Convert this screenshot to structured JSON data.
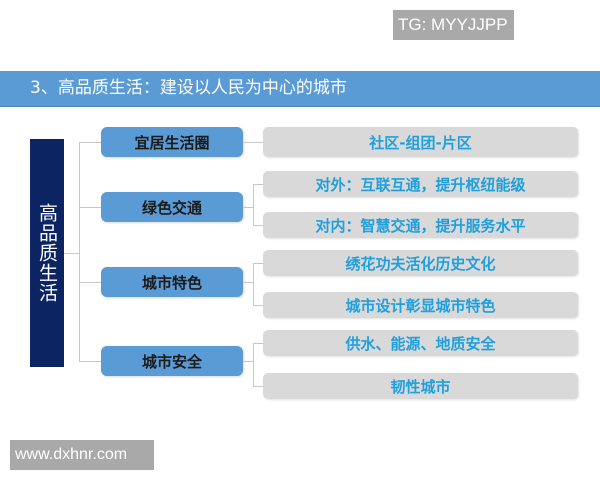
{
  "watermarks": {
    "top": "TG: MYYJJPP",
    "bottom": "www.dxhnr.com"
  },
  "header": {
    "title": "3、高品质生活：建设以人民为中心的城市"
  },
  "colors": {
    "header_bg": "#5b9bd5",
    "root_bg": "#0c2461",
    "mid_bg": "#5b9bd5",
    "leaf_bg": "#d9d9d9",
    "leaf_text": "#1fa0dc",
    "connector": "#c8c8c8"
  },
  "diagram": {
    "root": "高品质生活",
    "branches": [
      {
        "label": "宜居生活圈",
        "leaves": [
          "社区-组团-片区"
        ]
      },
      {
        "label": "绿色交通",
        "leaves": [
          "对外：互联互通，提升枢纽能级",
          "对内：智慧交通，提升服务水平"
        ]
      },
      {
        "label": "城市特色",
        "leaves": [
          "绣花功夫活化历史文化",
          "城市设计彰显城市特色"
        ]
      },
      {
        "label": "城市安全",
        "leaves": [
          "供水、能源、地质安全",
          "韧性城市"
        ]
      }
    ]
  }
}
